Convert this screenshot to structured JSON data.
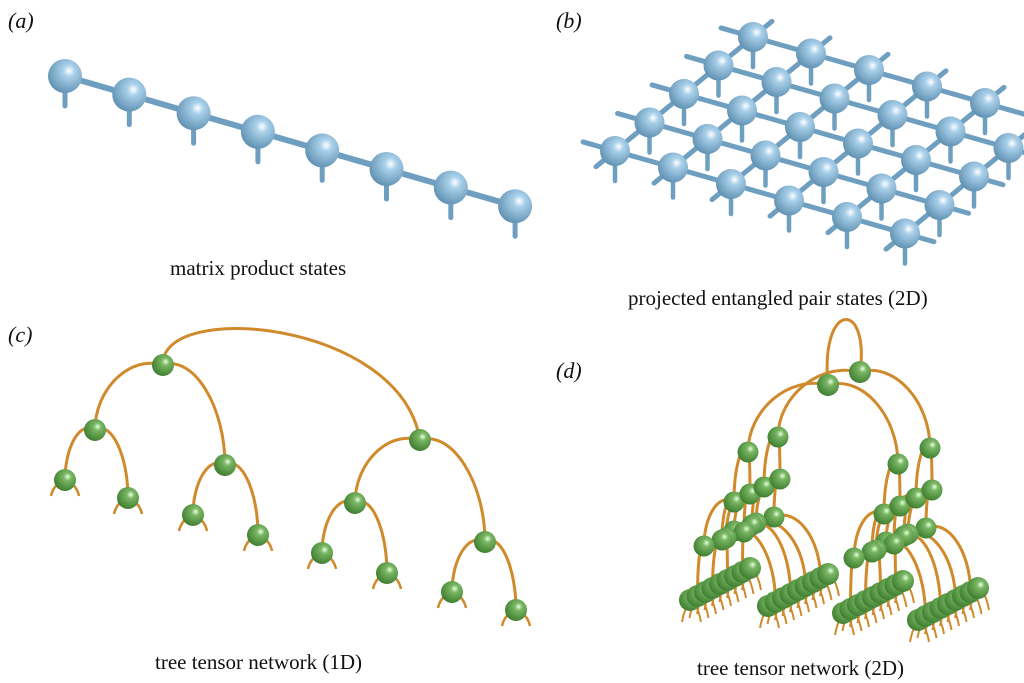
{
  "panels": [
    {
      "letter": "(a)",
      "caption": "matrix product states"
    },
    {
      "letter": "(b)",
      "caption": "projected entangled pair states (2D)"
    },
    {
      "letter": "(c)",
      "caption": "tree tensor network (1D)"
    },
    {
      "letter": "(d)",
      "caption": "tree tensor network (2D)"
    }
  ],
  "colors": {
    "blue_tensor": "#7eb0d2",
    "blue_bond": "#6e9fc0",
    "green_tensor": "#5f9e4c",
    "orange_bond": "#d08a2c"
  }
}
